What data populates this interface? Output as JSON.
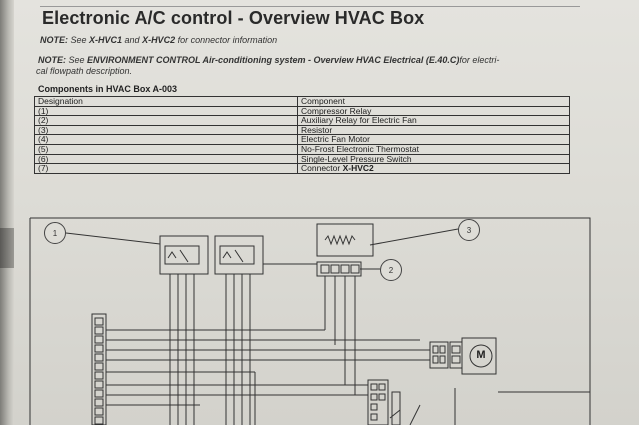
{
  "header": {
    "title": "Electronic A/C control - Overview HVAC Box"
  },
  "notes": {
    "note1_label": "NOTE:",
    "note1_text_a": " See ",
    "note1_ref_a": "X-HVC1",
    "note1_text_b": " and ",
    "note1_ref_b": "X-HVC2",
    "note1_text_c": " for connector information",
    "note2_label": "NOTE:",
    "note2_text_a": " See ",
    "note2_ref": "ENVIRONMENT CONTROL Air-conditioning system - Overview HVAC Electrical (E.40.C)",
    "note2_text_b": "for electri-",
    "note2_line2": "cal flowpath description."
  },
  "components": {
    "heading": "Components in HVAC Box A-003",
    "col_designation": "Designation",
    "col_component": "Component",
    "rows": [
      {
        "designation": "(1)",
        "component": "Compressor Relay"
      },
      {
        "designation": "(2)",
        "component": "Auxiliary Relay for Electric Fan"
      },
      {
        "designation": "(3)",
        "component": "Resistor"
      },
      {
        "designation": "(4)",
        "component": "Electric Fan Motor"
      },
      {
        "designation": "(5)",
        "component": "No-Frost Electronic Thermostat"
      },
      {
        "designation": "(6)",
        "component": "Single-Level Pressure Switch"
      },
      {
        "designation": "(7)",
        "component_prefix": "Connector ",
        "component_bold": "X-HVC2"
      }
    ]
  },
  "diagram": {
    "callouts": [
      "1",
      "2",
      "3"
    ],
    "motor_label": "M"
  }
}
